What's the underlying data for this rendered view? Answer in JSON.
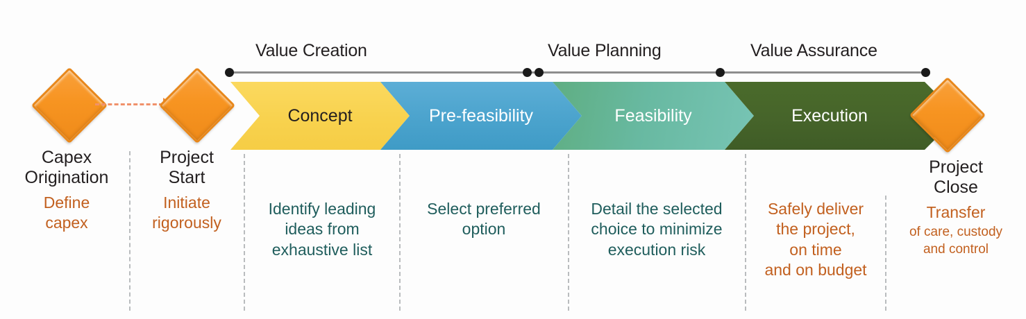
{
  "diagram": {
    "title": "Capex project value delivery stage-gate timeline",
    "colors": {
      "concept": "#f8d24e",
      "pre_feasibility": "#4ba3cd",
      "feasibility": "#68b9a1",
      "execution": "#46642a",
      "milestone_diamond": "#f79421",
      "orange_text": "#c2601f",
      "teal_text": "#1f5d5c",
      "dark_text": "#231f20",
      "timeline": "#8d8d8d",
      "divider": "#b9bcbe"
    }
  },
  "phase_bands": [
    {
      "label": "Value Creation"
    },
    {
      "label": "Value Planning"
    },
    {
      "label": "Value Assurance"
    }
  ],
  "timeline": {
    "dot_count": 6,
    "dots_label": "gate-milestone-dot"
  },
  "stages": [
    {
      "name": "concept",
      "label": "Concept",
      "text_style": "dark"
    },
    {
      "name": "pre-feasibility",
      "label": "Pre-feasibility",
      "text_style": "light"
    },
    {
      "name": "feasibility",
      "label": "Feasibility",
      "text_style": "light"
    },
    {
      "name": "execution",
      "label": "Execution",
      "text_style": "light"
    }
  ],
  "milestones": [
    {
      "name": "capex-origination",
      "shape": "diamond"
    },
    {
      "name": "project-start",
      "shape": "diamond"
    },
    {
      "name": "project-close",
      "shape": "diamond"
    }
  ],
  "columns": [
    {
      "name": "capex-origination",
      "heading": "Capex\nOrigination",
      "description": "Define\ncapex",
      "description_color": "orange",
      "description_size": "normal"
    },
    {
      "name": "project-start",
      "heading": "Project\nStart",
      "description": "Initiate\nrigorously",
      "description_color": "orange",
      "description_size": "normal"
    },
    {
      "name": "concept",
      "heading": "",
      "description": "Identify leading\nideas from\nexhaustive list",
      "description_color": "teal",
      "description_size": "normal"
    },
    {
      "name": "pre-feasibility",
      "heading": "",
      "description": "Select preferred\noption",
      "description_color": "teal",
      "description_size": "normal"
    },
    {
      "name": "feasibility",
      "heading": "",
      "description": "Detail the selected\nchoice to minimize\nexecution risk",
      "description_color": "teal",
      "description_size": "normal"
    },
    {
      "name": "execution",
      "heading": "",
      "description": "Safely deliver\nthe project,\non time\nand on budget",
      "description_color": "orange",
      "description_size": "normal"
    },
    {
      "name": "project-close",
      "heading": "Project\nClose",
      "description": "Transfer",
      "description_secondary": "of care, custody\nand control",
      "description_color": "orange",
      "description_size": "normal"
    }
  ]
}
